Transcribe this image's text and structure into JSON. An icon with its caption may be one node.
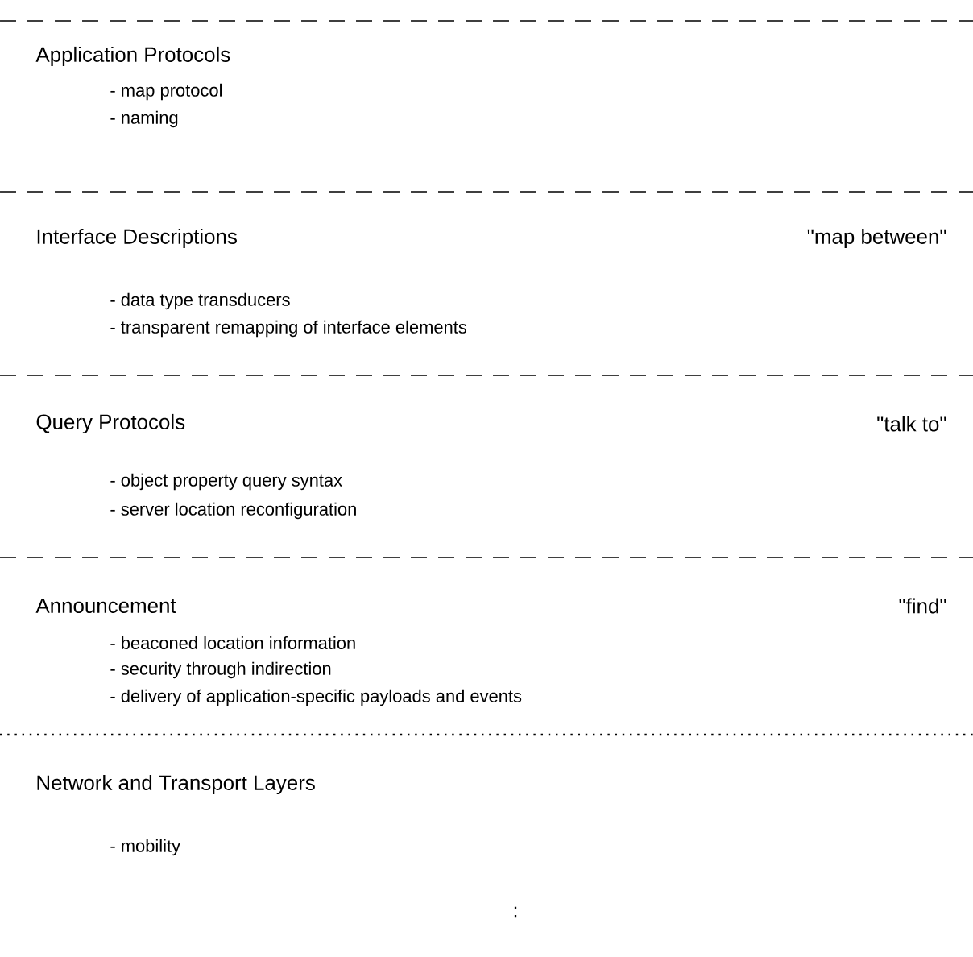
{
  "diagram": {
    "nodes": [
      {
        "text": [
          "Application Protocols",
          "- map protocol",
          "- naming"
        ]
      },
      {
        "text": [
          "Interface Descriptions",
          "- data type transducers",
          "- transparent remapping of interface elements"
        ],
        "beside": [
          "\"map between\""
        ]
      },
      {
        "text": [
          "Query Protocols",
          "- object property query syntax",
          "- server location reconfiguration"
        ],
        "beside": [
          "\"talk to\""
        ]
      },
      {
        "text": [
          "Announcement",
          "- beaconed location information",
          "- security through indirection",
          "- delivery of application-specific payloads and events"
        ],
        "beside": [
          "\"find\""
        ]
      },
      {
        "text": [
          "Network and Transport Layers",
          "- mobility"
        ]
      }
    ],
    "labels": [
      ":"
    ]
  }
}
